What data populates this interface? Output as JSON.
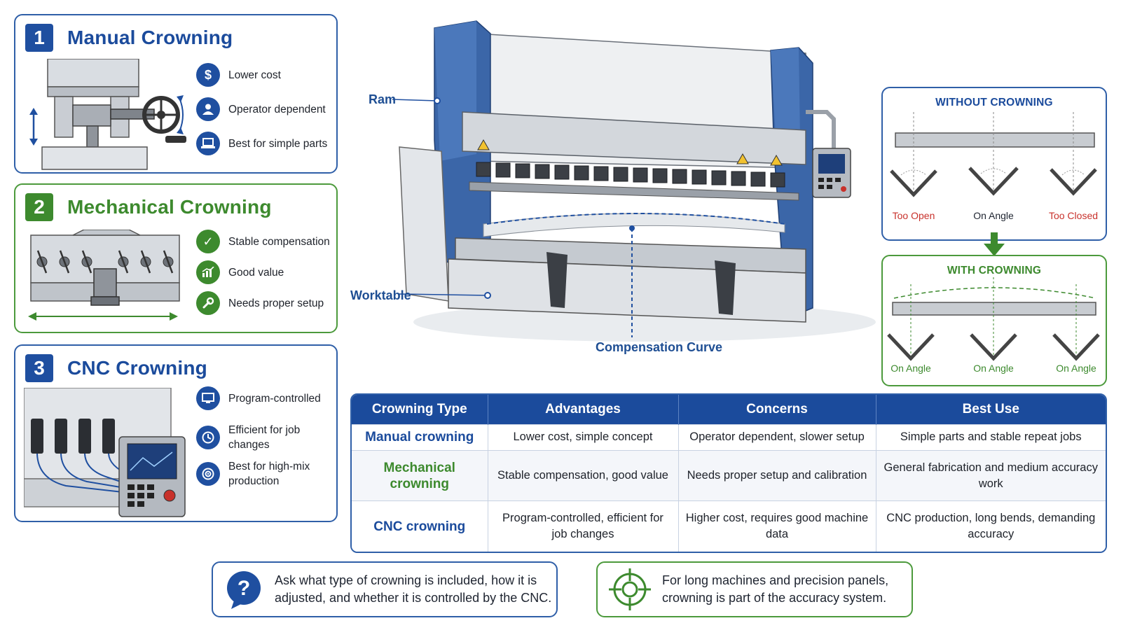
{
  "cards": [
    {
      "number": "1",
      "title": "Manual Crowning",
      "features": [
        "Lower cost",
        "Operator dependent",
        "Best for simple parts"
      ],
      "icons": [
        "dollar-icon",
        "user-icon",
        "laptop-icon"
      ]
    },
    {
      "number": "2",
      "title": "Mechanical Crowning",
      "features": [
        "Stable compensation",
        "Good value",
        "Needs proper setup"
      ],
      "icons": [
        "check-shield-icon",
        "chart-icon",
        "wrench-icon"
      ]
    },
    {
      "number": "3",
      "title": "CNC Crowning",
      "features": [
        "Program-controlled",
        "Efficient for job changes",
        "Best for high-mix production"
      ],
      "icons": [
        "monitor-icon",
        "clock-icon",
        "target-icon"
      ]
    }
  ],
  "machine": {
    "labels": {
      "ram": "Ram",
      "worktable": "Worktable",
      "curve": "Compensation Curve"
    }
  },
  "without_crowning": {
    "title": "WITHOUT CROWNING",
    "labels": [
      "Too Open",
      "On Angle",
      "Too Closed"
    ]
  },
  "with_crowning": {
    "title": "WITH CROWNING",
    "labels": [
      "On Angle",
      "On Angle",
      "On Angle"
    ]
  },
  "table": {
    "headers": [
      "Crowning Type",
      "Advantages",
      "Concerns",
      "Best Use"
    ],
    "rows": [
      [
        "Manual crowning",
        "Lower cost, simple concept",
        "Operator dependent, slower setup",
        "Simple parts and stable repeat jobs"
      ],
      [
        "Mechanical crowning",
        "Stable compensation, good value",
        "Needs proper setup and calibration",
        "General fabrication and medium accuracy work"
      ],
      [
        "CNC crowning",
        "Program-controlled, efficient for job changes",
        "Higher cost, requires good machine data",
        "CNC production, long bends, demanding accuracy"
      ]
    ]
  },
  "notes": {
    "question": "Ask what type of crowning is included, how it is adjusted, and whether it is controlled by the CNC.",
    "accuracy": "For long machines and precision panels, crowning is part of the accuracy system."
  },
  "colors": {
    "blue": "#1b4b9c",
    "green": "#3d8a2e",
    "red": "#c8312b"
  }
}
